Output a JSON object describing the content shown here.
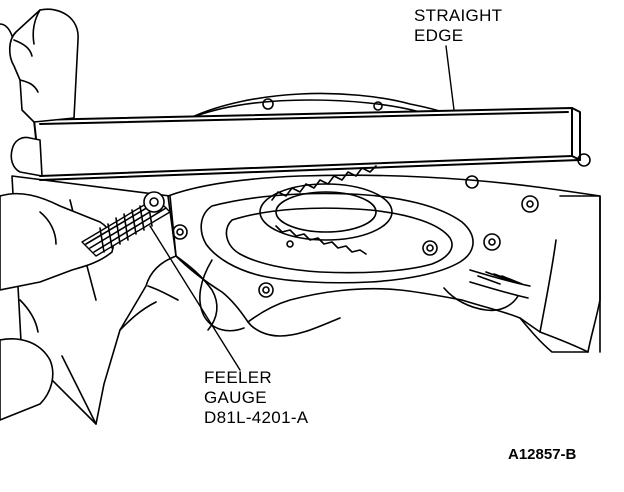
{
  "labels": {
    "straight_edge": [
      "STRAIGHT",
      "EDGE"
    ],
    "feeler_gauge": [
      "FEELER",
      "GAUGE",
      "D81L-4201-A"
    ]
  },
  "figure_id": "A12857-B",
  "colors": {
    "ink": "#000000",
    "paper": "#ffffff"
  }
}
